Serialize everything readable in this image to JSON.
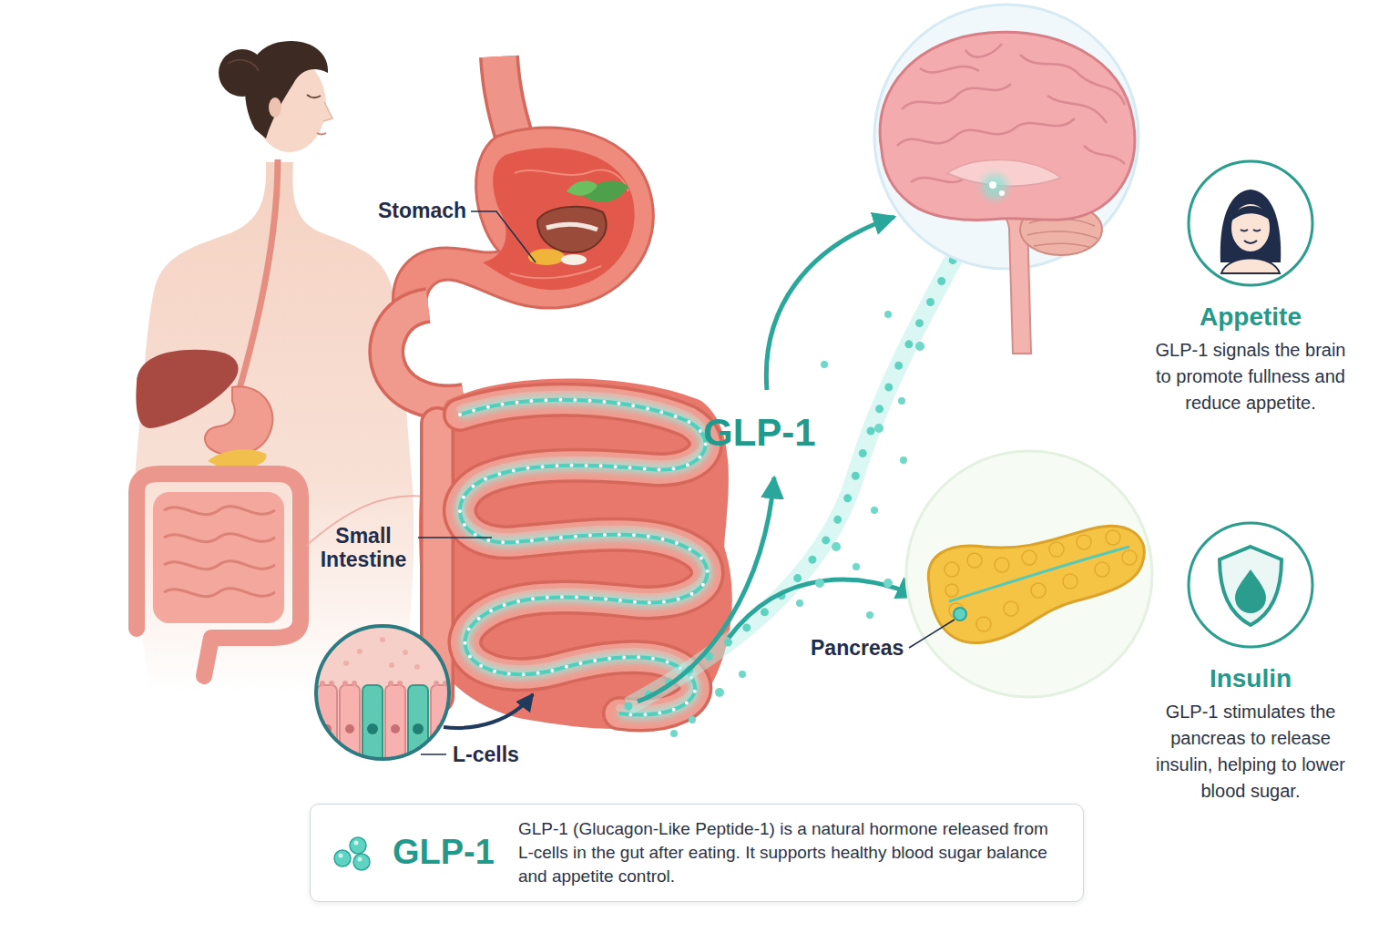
{
  "diagram": {
    "nodes": [
      {
        "text": [
          "Appetite",
          "GLP-1 signals the brain to promote fullness and reduce appetite."
        ]
      },
      {
        "text": [
          "Insulin",
          "GLP-1 stimulates the pancreas to release insulin, helping to lower blood sugar."
        ]
      },
      {
        "text": [
          "GLP-1",
          "GLP-1 (Glucagon-Like Peptide-1) is a natural hormone released from L-cells in the gut after eating. It supports healthy blood sugar balance and appetite control."
        ]
      }
    ],
    "labels": [
      "Stomach",
      "Small Intestine",
      "L-cells",
      "GLP-1",
      "Pancreas"
    ]
  }
}
